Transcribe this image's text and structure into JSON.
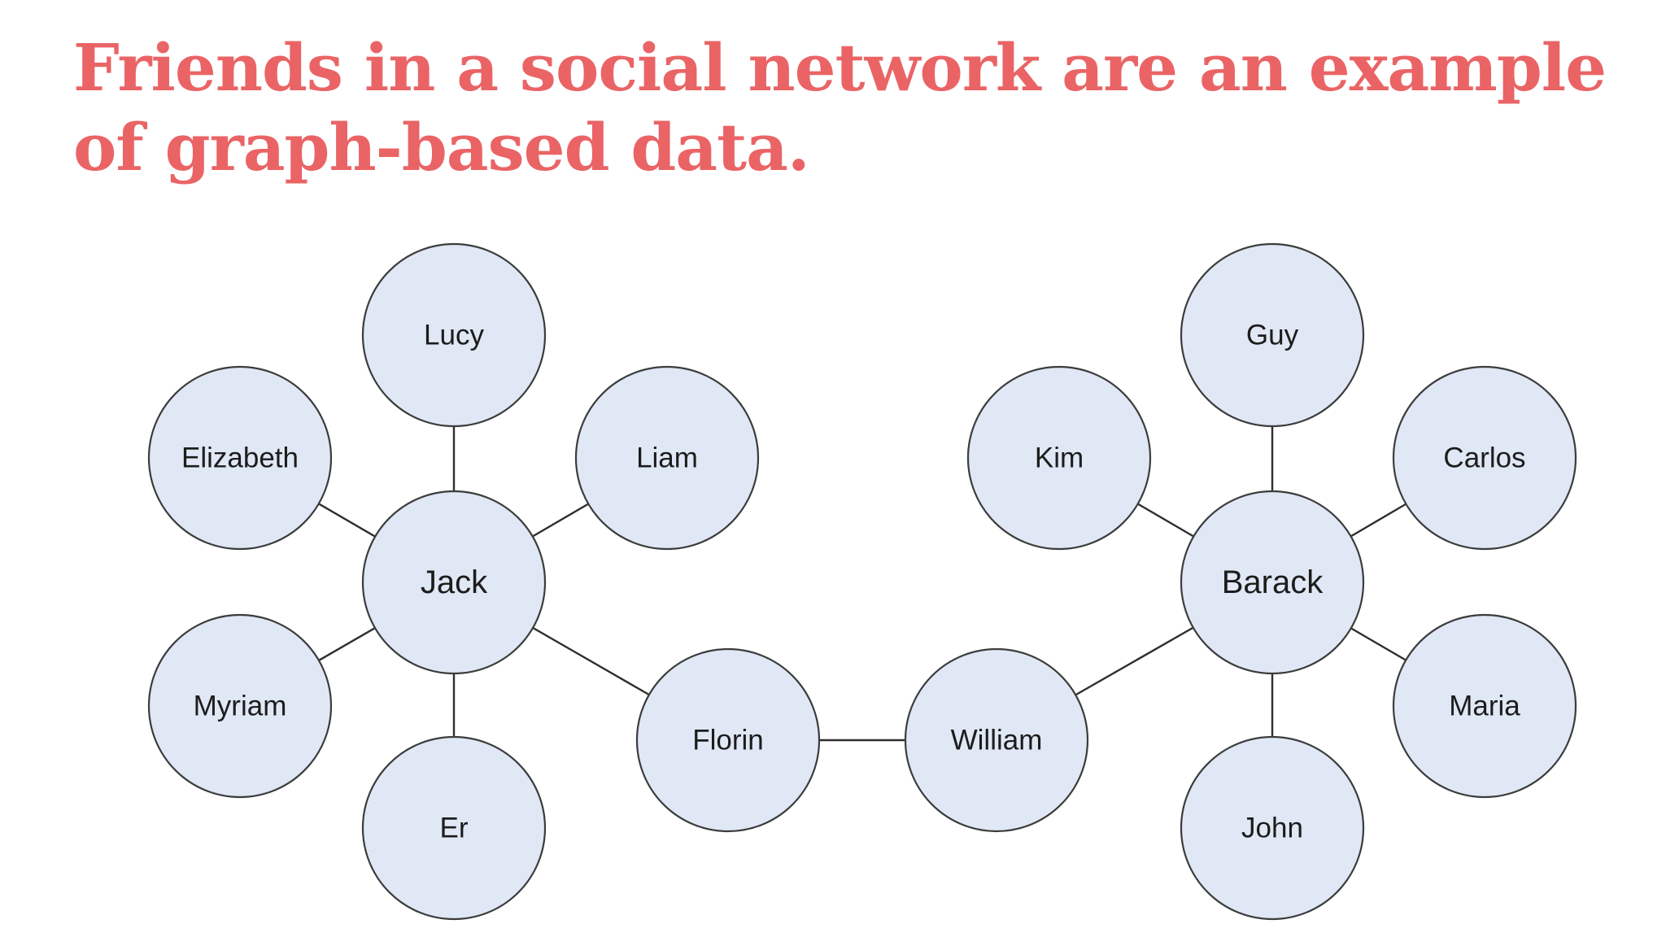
{
  "slide": {
    "title": "Friends in a social network are an example of graph-based data."
  },
  "graph": {
    "nodes": [
      {
        "id": "lucy",
        "label": "Lucy"
      },
      {
        "id": "elizabeth",
        "label": "Elizabeth"
      },
      {
        "id": "liam",
        "label": "Liam"
      },
      {
        "id": "jack",
        "label": "Jack",
        "hub": true
      },
      {
        "id": "myriam",
        "label": "Myriam"
      },
      {
        "id": "er",
        "label": "Er"
      },
      {
        "id": "florin",
        "label": "Florin"
      },
      {
        "id": "william",
        "label": "William"
      },
      {
        "id": "kim",
        "label": "Kim"
      },
      {
        "id": "guy",
        "label": "Guy"
      },
      {
        "id": "carlos",
        "label": "Carlos"
      },
      {
        "id": "barack",
        "label": "Barack",
        "hub": true
      },
      {
        "id": "maria",
        "label": "Maria"
      },
      {
        "id": "john",
        "label": "John"
      }
    ],
    "edges": [
      [
        "jack",
        "lucy"
      ],
      [
        "jack",
        "elizabeth"
      ],
      [
        "jack",
        "liam"
      ],
      [
        "jack",
        "myriam"
      ],
      [
        "jack",
        "er"
      ],
      [
        "jack",
        "florin"
      ],
      [
        "florin",
        "william"
      ],
      [
        "william",
        "barack"
      ],
      [
        "barack",
        "guy"
      ],
      [
        "barack",
        "kim"
      ],
      [
        "barack",
        "carlos"
      ],
      [
        "barack",
        "maria"
      ],
      [
        "barack",
        "john"
      ]
    ],
    "colors": {
      "node_fill": "#e0e8f5",
      "node_stroke": "#3c3c3c",
      "edge": "#2e2e2e",
      "title": "#ea6466"
    }
  }
}
